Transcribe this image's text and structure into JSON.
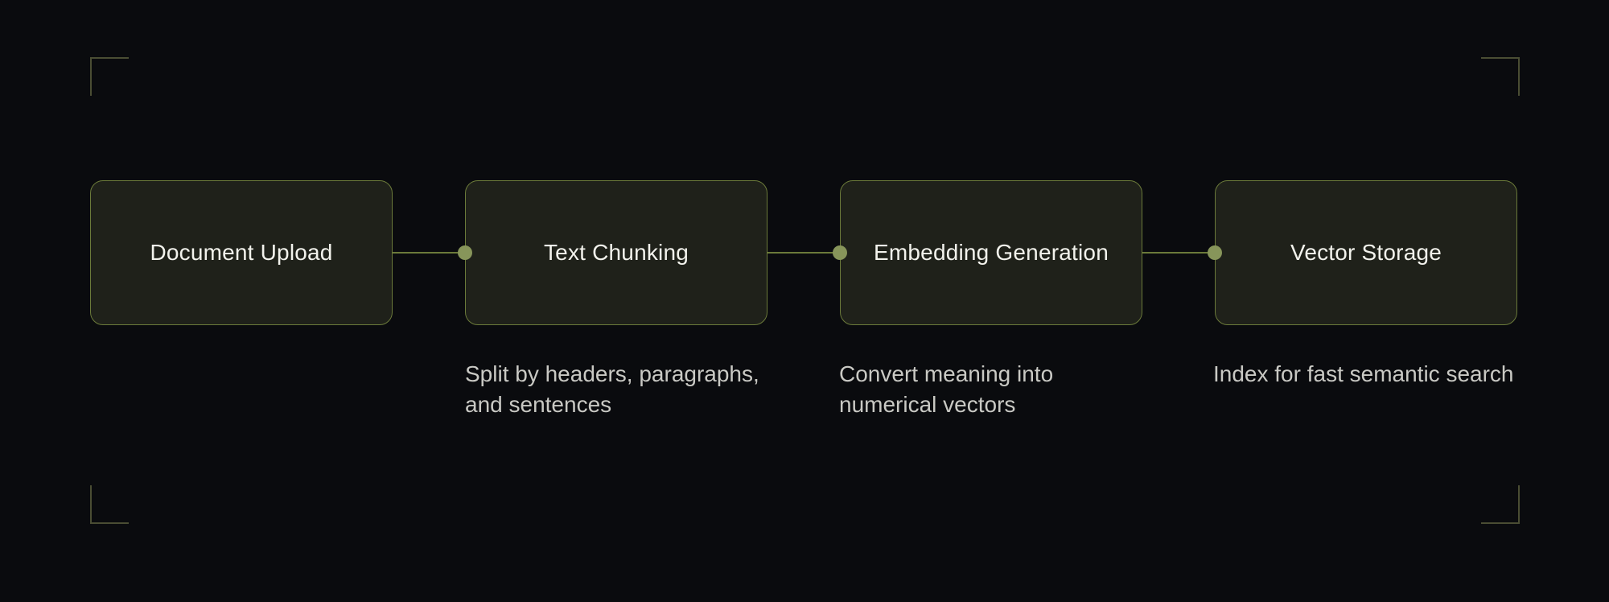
{
  "diagram": {
    "steps": [
      {
        "label": "Document Upload",
        "description": ""
      },
      {
        "label": "Text Chunking",
        "description": "Split by headers, paragraphs, and sentences"
      },
      {
        "label": "Embedding Generation",
        "description": "Convert meaning into numerical vectors"
      },
      {
        "label": "Vector Storage",
        "description": "Index for fast semantic search"
      }
    ]
  },
  "colors": {
    "background": "#0a0b0e",
    "box_fill": "#1f211a",
    "accent": "#6b7a3a",
    "dot": "#87955a",
    "corner": "#4a4d33",
    "label_text": "#f2f2ec",
    "description_text": "#c9c9c4"
  }
}
